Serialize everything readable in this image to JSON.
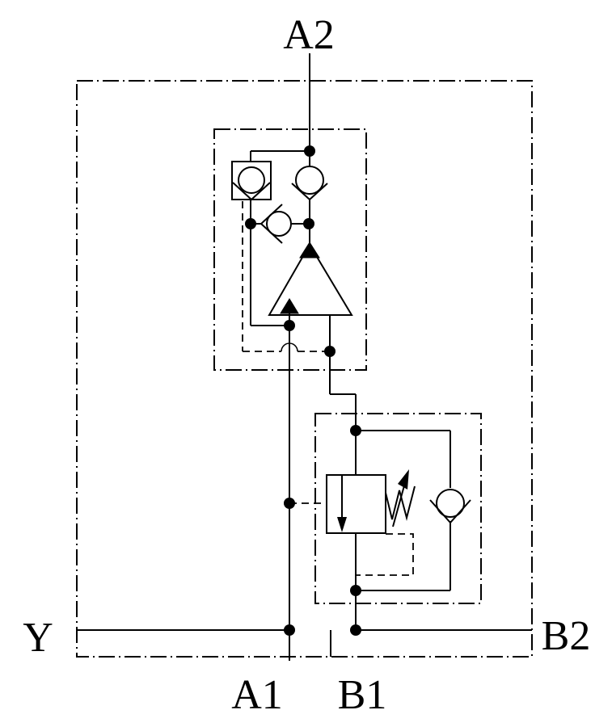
{
  "diagram": {
    "background": "#ffffff",
    "line_color": "#000000",
    "ports": {
      "a2": "A2",
      "y": "Y",
      "a1": "A1",
      "b1": "B1",
      "b2": "B2"
    }
  }
}
